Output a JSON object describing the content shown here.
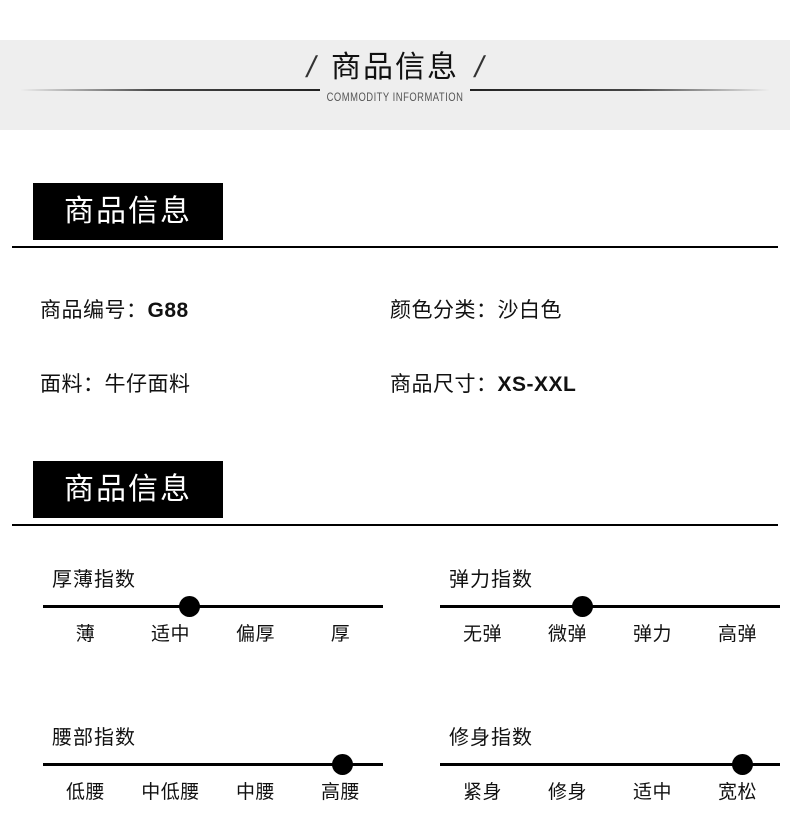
{
  "banner": {
    "title": "商品信息",
    "slash_left": "/",
    "slash_right": "/",
    "subtitle": "COMMODITY INFORMATION",
    "background": "#eeeeee"
  },
  "sections": [
    {
      "badge": "商品信息",
      "specs": [
        {
          "label": "商品编号：",
          "value": "G88"
        },
        {
          "label": "颜色分类：",
          "value": "沙白色"
        },
        {
          "label": "面料：",
          "value": "牛仔面料"
        },
        {
          "label": "商品尺寸：",
          "value": "XS-XXL"
        }
      ]
    },
    {
      "badge": "商品信息",
      "sliders": [
        {
          "title": "厚薄指数",
          "options": [
            "薄",
            "适中",
            "偏厚",
            "厚"
          ],
          "selected_index": 1,
          "marker_percent": 43
        },
        {
          "title": "弹力指数",
          "options": [
            "无弹",
            "微弹",
            "弹力",
            "高弹"
          ],
          "selected_index": 1,
          "marker_percent": 42
        },
        {
          "title": "腰部指数",
          "options": [
            "低腰",
            "中低腰",
            "中腰",
            "高腰"
          ],
          "selected_index": 3,
          "marker_percent": 88
        },
        {
          "title": "修身指数",
          "options": [
            "紧身",
            "修身",
            "适中",
            "宽松"
          ],
          "selected_index": 3,
          "marker_percent": 89
        }
      ]
    }
  ],
  "colors": {
    "ink": "#000000",
    "paper": "#ffffff",
    "band": "#eeeeee"
  }
}
